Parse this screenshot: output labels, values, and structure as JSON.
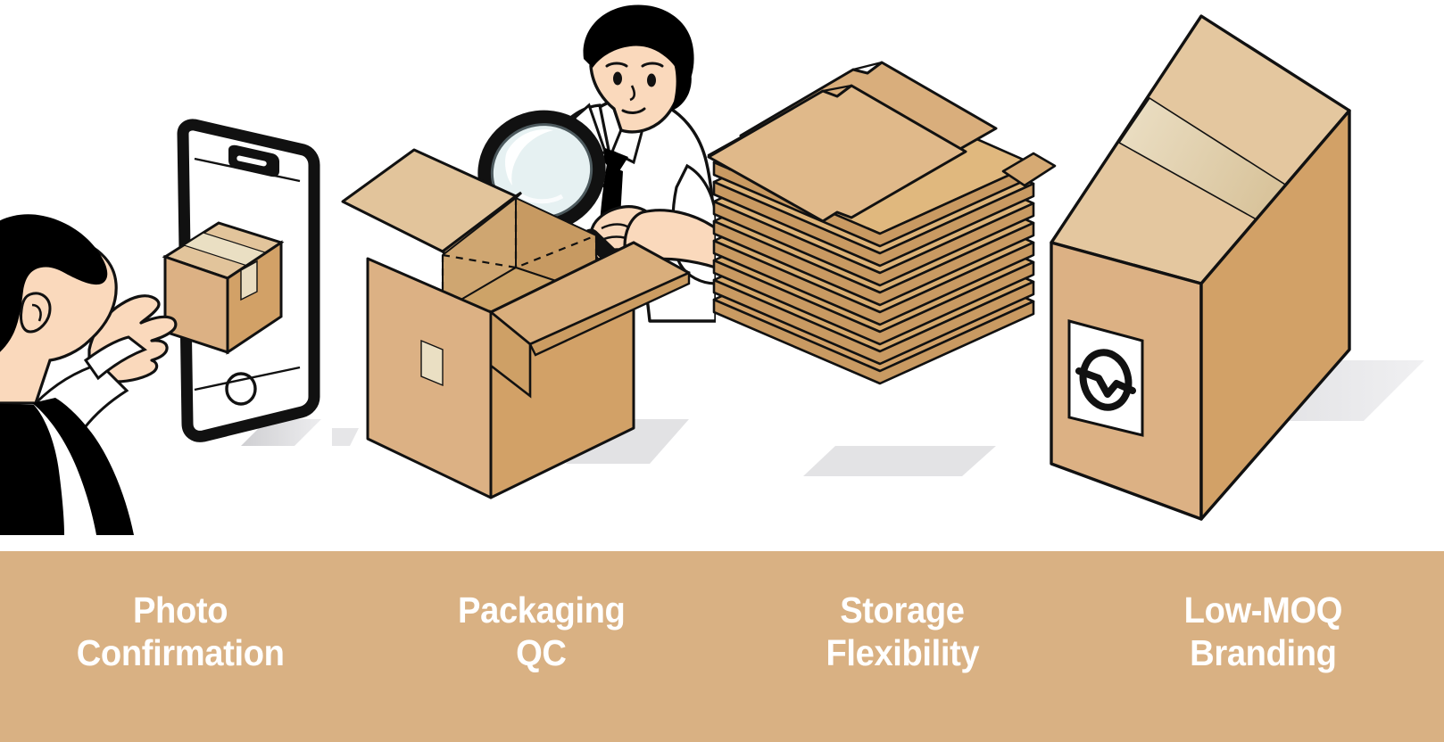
{
  "page": {
    "background_color": "#ffffff",
    "band_color": "#d9b183",
    "caption_text_color": "#ffffff"
  },
  "palette": {
    "cardboard_light": "#e2c49b",
    "cardboard_mid": "#d9b183",
    "cardboard_dark": "#d2a167",
    "cardboard_inner": "#cfa671",
    "tape": "#e9dcc0",
    "skin": "#fad9bc",
    "hair": "#000000",
    "shirt_white": "#ffffff",
    "suit_black": "#000000",
    "outline": "#111111",
    "lens": "#e6f1f2",
    "shadow": "#d8d8da"
  },
  "features": [
    {
      "id": "photo-confirmation",
      "illustration": "person-holding-box-at-phone",
      "illustration_elements": [
        "person-back-of-head-icon",
        "smartphone-icon",
        "parcel-box-icon",
        "hand-icon"
      ],
      "label_lines": [
        "Photo",
        "Confirmation"
      ]
    },
    {
      "id": "packaging-qc",
      "illustration": "inspector-with-magnifier-over-open-box",
      "illustration_elements": [
        "inspector-person-icon",
        "magnifier-icon",
        "open-carton-icon",
        "necktie-icon"
      ],
      "label_lines": [
        "Packaging",
        "QC"
      ]
    },
    {
      "id": "storage-flexibility",
      "illustration": "stack-of-flat-packed-cartons",
      "illustration_elements": [
        "flat-carton-stack-icon"
      ],
      "label_lines": [
        "Storage",
        "Flexibility"
      ]
    },
    {
      "id": "low-moq-branding",
      "illustration": "sealed-branded-carton",
      "illustration_elements": [
        "sealed-carton-icon",
        "brand-label-icon",
        "packing-tape-icon"
      ],
      "label_lines": [
        "Low-MOQ",
        "Branding"
      ]
    }
  ]
}
